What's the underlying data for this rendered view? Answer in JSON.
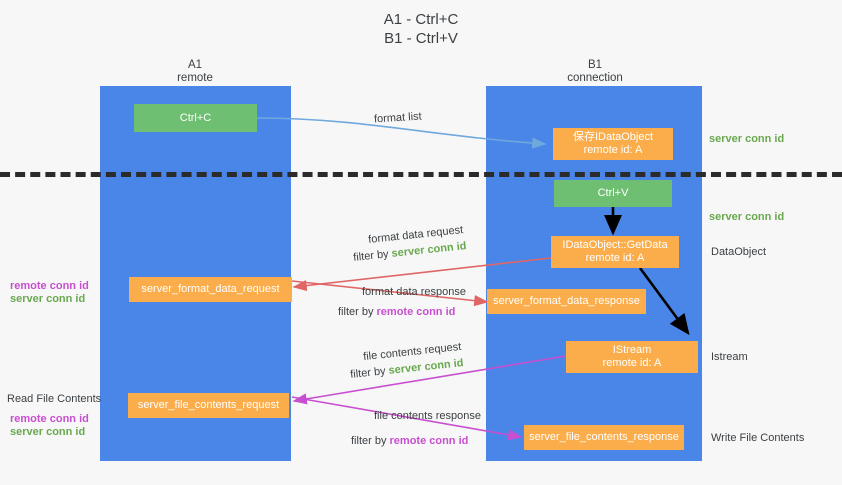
{
  "title": {
    "line1": "A1 - Ctrl+C",
    "line2": "B1 - Ctrl+V"
  },
  "columns": [
    {
      "name": "A1",
      "sub": "remote"
    },
    {
      "name": "B1",
      "sub": "connection"
    }
  ],
  "colors": {
    "lane": "#4a86e8",
    "orange_box": "#fbad4b",
    "green_box": "#6fbf73",
    "server_conn_id": "#6aa84f",
    "remote_conn_id": "#c74fd0",
    "format_list_arrow": "#6fa8dc",
    "format_data_arrow": "#e06666",
    "file_contents_arrow": "#c74fd0",
    "flow_arrow": "#000000",
    "dashed_divider": "#2b2b2b"
  },
  "boxes": {
    "ctrl_c": {
      "label": "Ctrl+C"
    },
    "ctrl_v": {
      "label": "Ctrl+V"
    },
    "save_idataobject": {
      "line1": "保存IDataObject",
      "line2": "remote id: A"
    },
    "getdata": {
      "line1": "IDataObject::GetData",
      "line2": "remote id: A"
    },
    "istream": {
      "line1": "IStream",
      "line2": "remote id: A"
    },
    "server_format_data_request": {
      "label": "server_format_data_request"
    },
    "server_format_data_response": {
      "label": "server_format_data_response"
    },
    "server_file_contents_request": {
      "label": "server_file_contents_request"
    },
    "server_file_contents_response": {
      "label": "server_file_contents_response"
    }
  },
  "arrow_labels": {
    "format_list": "format list",
    "format_data_request": "format data request",
    "format_data_request_filter_prefix": "filter by ",
    "format_data_request_filter_key": "server conn id",
    "format_data_response": "format data response",
    "format_data_response_filter_prefix": "filter by ",
    "format_data_response_filter_key": "remote conn id",
    "file_contents_request": "file contents request",
    "file_contents_request_filter_prefix": "filter by ",
    "file_contents_request_filter_key": "server conn id",
    "file_contents_response": "file contents response",
    "file_contents_response_filter_prefix": "filter by ",
    "file_contents_response_filter_key": "remote conn id"
  },
  "right_labels": {
    "server_conn_id_top": "server conn id",
    "server_conn_id_mid": "server conn id",
    "dataobject": "DataObject",
    "istream": "Istream",
    "write_file_contents": "Write File Contents"
  },
  "left_labels": {
    "remote_conn_id_1": "remote conn id",
    "server_conn_id_1": "server conn id",
    "read_file_contents": "Read File Contents",
    "remote_conn_id_2": "remote conn id",
    "server_conn_id_2": "server conn id"
  }
}
